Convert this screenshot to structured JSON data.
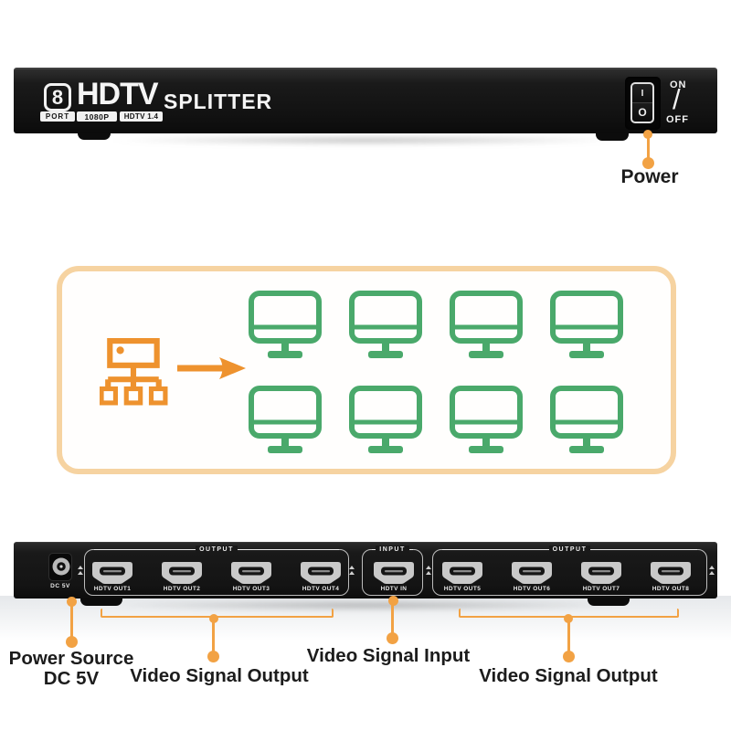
{
  "colors": {
    "accent_orange": "#ee922e",
    "callout_orange": "#f2a244",
    "monitor_green": "#4aa96b",
    "box_border": "#f6d3a1",
    "label_text": "#1c1c1c"
  },
  "front_panel": {
    "port_count": "8",
    "port_word": "PORT",
    "brand": "HDTV",
    "badge_resolution": "1080P",
    "badge_version": "HDTV 1.4",
    "product_word": "SPLITTER",
    "switch": {
      "on_symbol": "I",
      "off_symbol": "O",
      "on_label": "ON",
      "slash": "/",
      "off_label": "OFF"
    },
    "callout_label": "Power"
  },
  "diagram": {
    "source_icon": "splitter-hub-icon",
    "arrow_icon": "right-arrow-icon",
    "monitor_icon": "monitor-icon",
    "monitor_count": 8
  },
  "back_panel": {
    "dc_port_label": "DC 5V",
    "groups": [
      {
        "label": "OUTPUT",
        "ports": [
          "HDTV OUT1",
          "HDTV OUT2",
          "HDTV OUT3",
          "HDTV OUT4"
        ]
      },
      {
        "label": "INPUT",
        "ports": [
          "HDTV IN"
        ]
      },
      {
        "label": "OUTPUT",
        "ports": [
          "HDTV OUT5",
          "HDTV OUT6",
          "HDTV OUT7",
          "HDTV OUT8"
        ]
      }
    ],
    "callouts": {
      "power_line1": "Power Source",
      "power_line2": "DC 5V",
      "output_left": "Video Signal Output",
      "input": "Video Signal Input",
      "output_right": "Video Signal Output"
    }
  }
}
